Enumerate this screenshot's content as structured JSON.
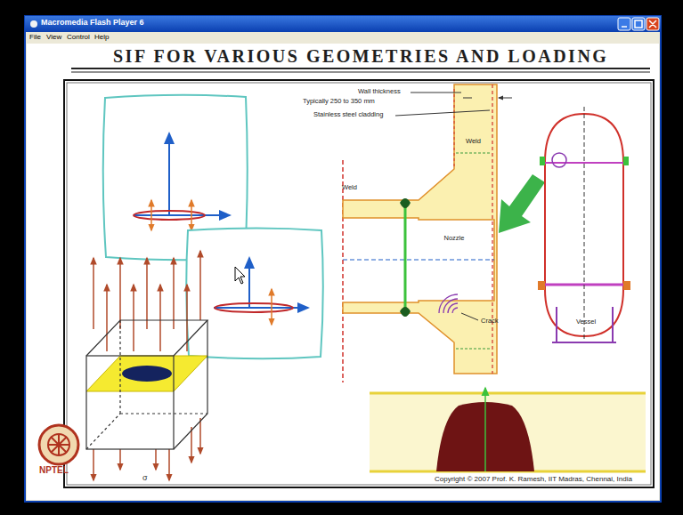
{
  "diagram": {
    "title": "SIF FOR VARIOUS GEOMETRIES AND LOADING",
    "nodes": [
      {
        "text": [
          "Nozzle"
        ]
      }
    ],
    "labels": [
      "Macromedia Flash Player 6",
      "File",
      "View",
      "Control",
      "Help",
      "Wall thickness",
      "Typically 250 to 350 mm",
      "Stainless steel cladding",
      "Weld",
      "Weld",
      "Crack",
      "Vessel",
      "σ",
      "NPTEL",
      "Copyright © 2007 Prof. K. Ramesh, IIT Madras, Chennai, India"
    ]
  }
}
